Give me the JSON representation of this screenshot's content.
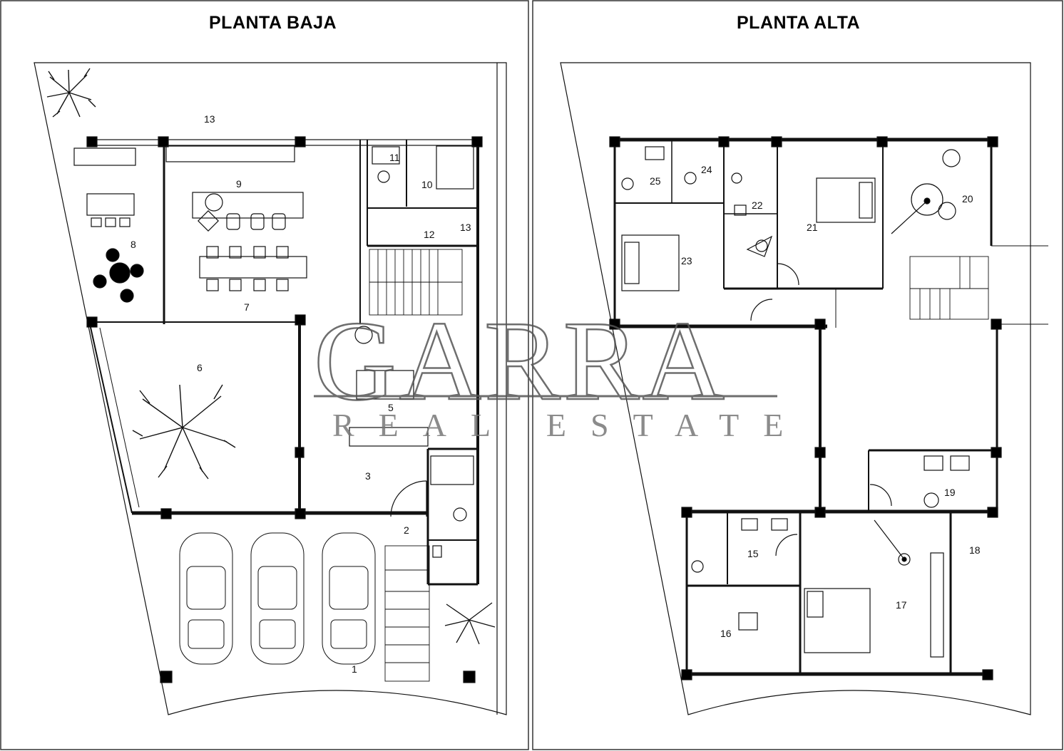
{
  "titles": {
    "ground_floor": "PLANTA BAJA",
    "upper_floor": "PLANTA ALTA"
  },
  "watermark": {
    "brand": "GARRA",
    "tagline": "REAL ESTATE"
  },
  "rooms_ground": [
    {
      "id": "1",
      "text": "1"
    },
    {
      "id": "2",
      "text": "2"
    },
    {
      "id": "3",
      "text": "3"
    },
    {
      "id": "5",
      "text": "5"
    },
    {
      "id": "6",
      "text": "6"
    },
    {
      "id": "7",
      "text": "7"
    },
    {
      "id": "8",
      "text": "8"
    },
    {
      "id": "9",
      "text": "9"
    },
    {
      "id": "10",
      "text": "10"
    },
    {
      "id": "11",
      "text": "11"
    },
    {
      "id": "12",
      "text": "12"
    },
    {
      "id": "13a",
      "text": "13"
    },
    {
      "id": "13b",
      "text": "13"
    }
  ],
  "rooms_upper": [
    {
      "id": "15",
      "text": "15"
    },
    {
      "id": "16",
      "text": "16"
    },
    {
      "id": "17",
      "text": "17"
    },
    {
      "id": "18",
      "text": "18"
    },
    {
      "id": "19",
      "text": "19"
    },
    {
      "id": "20",
      "text": "20"
    },
    {
      "id": "21",
      "text": "21"
    },
    {
      "id": "22",
      "text": "22"
    },
    {
      "id": "23",
      "text": "23"
    },
    {
      "id": "24",
      "text": "24"
    },
    {
      "id": "25",
      "text": "25"
    }
  ],
  "colors": {
    "wall": "#000000",
    "line": "#222222",
    "watermark": "#555555"
  }
}
